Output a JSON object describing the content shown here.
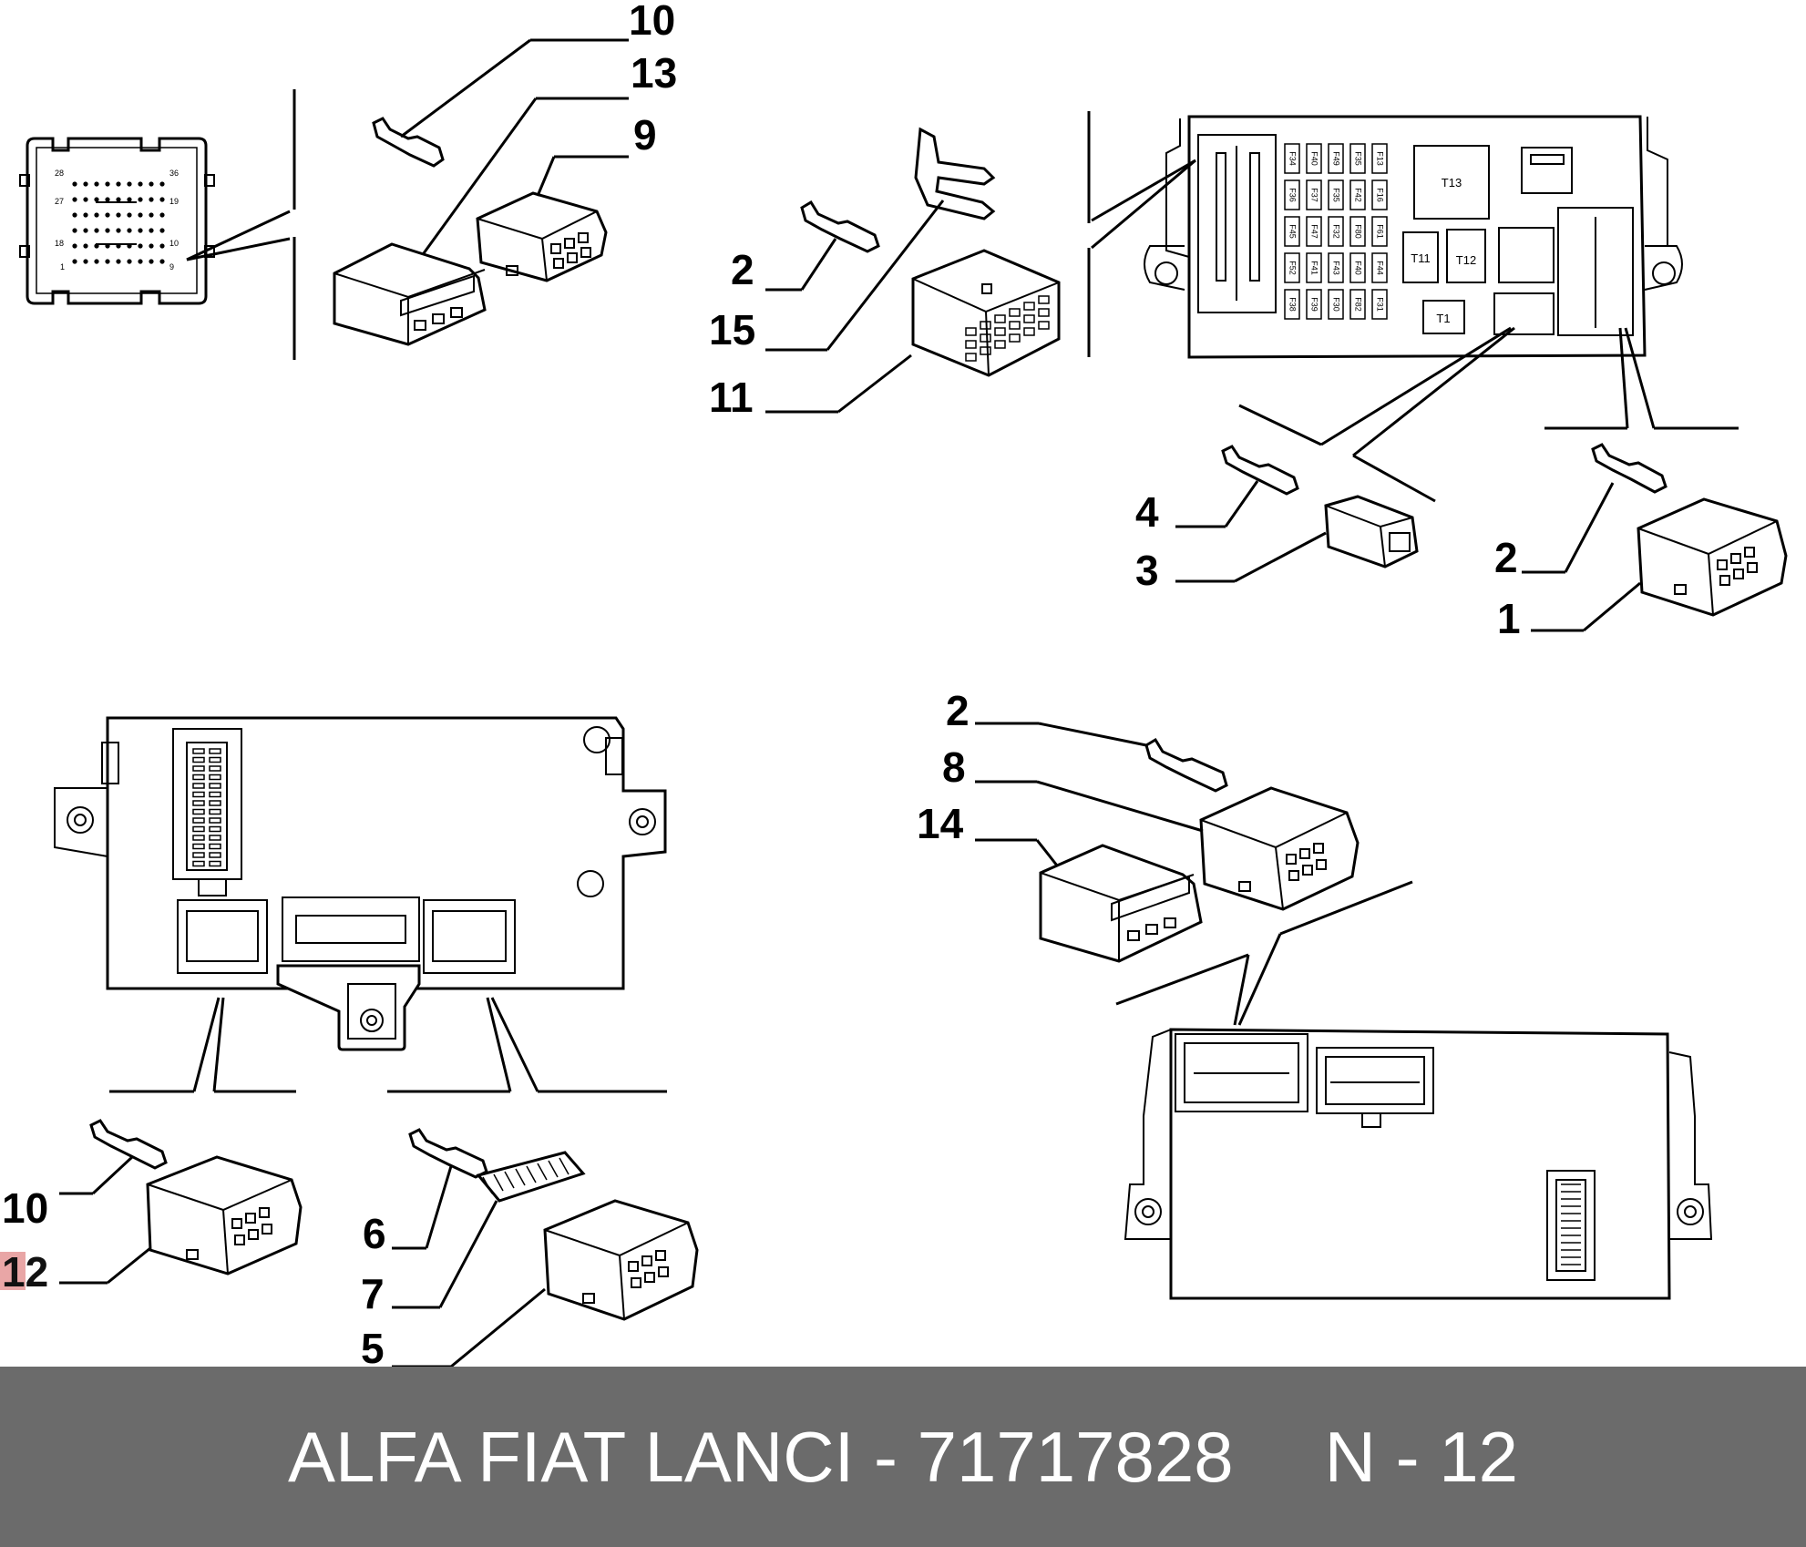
{
  "callouts": {
    "c10a": "10",
    "c13": "13",
    "c9": "9",
    "c2a": "2",
    "c15": "15",
    "c11": "11",
    "c4": "4",
    "c3": "3",
    "c2b": "2",
    "c1": "1",
    "c2c": "2",
    "c8": "8",
    "c14": "14",
    "c10b": "10",
    "c12": "12",
    "c6": "6",
    "c7": "7",
    "c5": "5"
  },
  "connector_pins": {
    "p28": "28",
    "p36": "36",
    "p27": "27",
    "p19": "19",
    "p18": "18",
    "p10": "10",
    "p1": "1",
    "p9": "9"
  },
  "fuse_labels": {
    "col1": [
      "F34",
      "F36",
      "F45",
      "F52",
      "F38"
    ],
    "col2": [
      "F40",
      "F37",
      "F47",
      "F41",
      "F39"
    ],
    "col3": [
      "F49",
      "F35",
      "F32",
      "F43",
      "F30"
    ],
    "col4": [
      "F35",
      "F42",
      "F80",
      "F40",
      "F82"
    ],
    "col5": [
      "F13",
      "F16",
      "F61",
      "F44",
      "F31"
    ],
    "relays": [
      "T13",
      "T11",
      "T12",
      "T1"
    ]
  },
  "footer": {
    "brand": "ALFA FIAT LANCI",
    "separator": " - ",
    "part_number": "71717828",
    "suffix": "N - 12"
  },
  "colors": {
    "footer_bg": "#6b6b6b",
    "footer_text": "#ffffff",
    "highlight": "#e08080"
  }
}
